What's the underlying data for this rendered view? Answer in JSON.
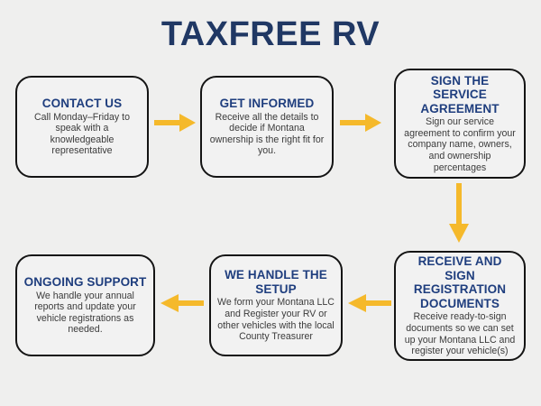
{
  "page": {
    "title": "TAXFREE RV",
    "background_color": "#efefee",
    "title_color": "#203864",
    "heading_color": "#1f3e7e",
    "body_color": "#3b3b3b",
    "arrow_color": "#f5b92b",
    "box_border_color": "#141414",
    "box_fill_color": "#f2f2f2"
  },
  "chart_data": {
    "type": "diagram",
    "title": "TAXFREE RV",
    "layout": "two-row serpentine flowchart, 6 steps",
    "steps": [
      {
        "index": 1,
        "heading": "CONTACT US",
        "body": "Call Monday–Friday to speak with a knowledgeable representative"
      },
      {
        "index": 2,
        "heading": "GET INFORMED",
        "body": "Receive all the details to decide if Montana ownership is the right fit for you."
      },
      {
        "index": 3,
        "heading": "SIGN THE SERVICE AGREEMENT",
        "body": "Sign our service agreement to confirm your company name, owners, and ownership percentages"
      },
      {
        "index": 4,
        "heading": "RECEIVE AND SIGN REGISTRATION DOCUMENTS",
        "body": "Receive ready-to-sign documents so we can set up your Montana LLC and register your vehicle(s)"
      },
      {
        "index": 5,
        "heading": "WE HANDLE THE SETUP",
        "body": "We form your Montana LLC and Register your RV or other vehicles with the local County Treasurer"
      },
      {
        "index": 6,
        "heading": "ONGOING SUPPORT",
        "body": "We handle your annual reports and update your vehicle registrations as needed."
      }
    ],
    "connectors": [
      {
        "from": 1,
        "to": 2,
        "direction": "right"
      },
      {
        "from": 2,
        "to": 3,
        "direction": "right"
      },
      {
        "from": 3,
        "to": 4,
        "direction": "down"
      },
      {
        "from": 4,
        "to": 5,
        "direction": "left"
      },
      {
        "from": 5,
        "to": 6,
        "direction": "left"
      }
    ]
  }
}
